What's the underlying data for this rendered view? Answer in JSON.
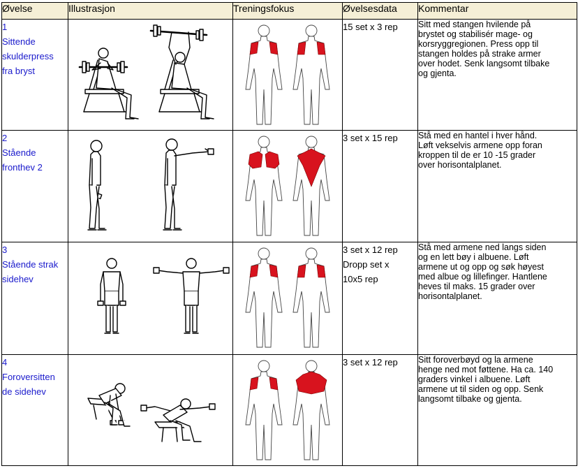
{
  "headers": {
    "exercise": "Øvelse",
    "illustration": "Illustrasjon",
    "focus": "Treningsfokus",
    "data": "Øvelsesdata",
    "comment": "Kommentar"
  },
  "rows": [
    {
      "number": "1",
      "name_lines": [
        "Sittende",
        "skulderpress",
        "fra bryst"
      ],
      "data_lines": [
        "15 set x 3 rep"
      ],
      "comment_lines": [
        "Sitt med stangen hvilende på",
        "brystet og stabilisér mage- og",
        "korsryggregionen. Press opp til",
        "stangen holdes på strake armer",
        "over hodet. Senk langsomt tilbake",
        "og gjenta."
      ]
    },
    {
      "number": "2",
      "name_lines": [
        "Stående",
        "fronthev 2"
      ],
      "data_lines": [
        "3 set x 15 rep"
      ],
      "comment_lines": [
        "Stå med en hantel i hver hånd.",
        "Løft vekselvis armene opp foran",
        "kroppen til de er 10 -15 grader",
        "over horisontalplanet."
      ]
    },
    {
      "number": "3",
      "name_lines": [
        "Stående strak",
        "sidehev"
      ],
      "data_lines": [
        "3 set x 12 rep",
        "Dropp set x",
        "10x5 rep"
      ],
      "comment_lines": [
        "Stå med armene ned langs siden",
        "og en lett bøy i albuene. Løft",
        "armene ut og opp og søk høyest",
        "med albue og lillefinger. Hantlene",
        "heves  til maks. 15 grader over",
        "horisontalplanet."
      ]
    },
    {
      "number": "4",
      "name_lines": [
        "Foroversitten",
        "de sidehev"
      ],
      "data_lines": [
        "3 set x 12 rep"
      ],
      "comment_lines": [
        "Sitt foroverbøyd og la armene",
        "henge ned mot føttene. Ha ca. 140",
        "graders vinkel i albuene. Løft",
        "armene ut til siden og opp. Senk",
        "langsomt tilbake og gjenta."
      ]
    }
  ],
  "colors": {
    "header_bg": "#f5efd6",
    "exercise_text": "#1a1acc",
    "muscle_highlight": "#d8131e"
  }
}
